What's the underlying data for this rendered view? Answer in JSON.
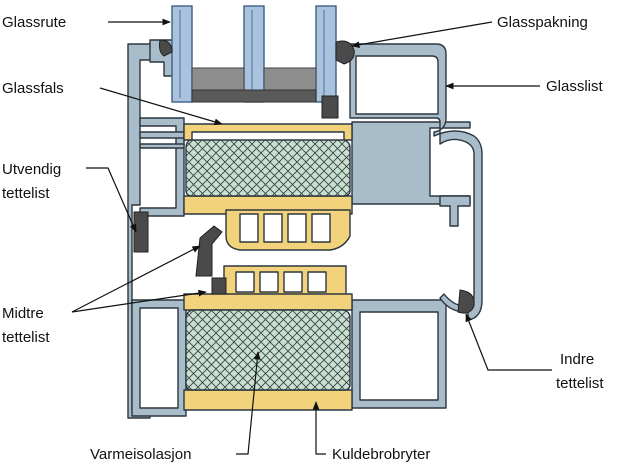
{
  "labels": {
    "glassrute": "Glassrute",
    "glasspakning": "Glasspakning",
    "glassfals": "Glassfals",
    "glasslist": "Glasslist",
    "utvendig_1": "Utvendig",
    "utvendig_2": "tettelist",
    "midtre_1": "Midtre",
    "midtre_2": "tettelist",
    "indre_1": "Indre",
    "indre_2": "tettelist",
    "varmeisolasjon": "Varmeisolasjon",
    "kuldebrobryter": "Kuldebrobryter"
  },
  "colors": {
    "aluminium": "#a8bcc9",
    "aluminium_stroke": "#2c3640",
    "glass": "#a9c3df",
    "glass_stroke": "#3f5f86",
    "spacer": "#8e8e8e",
    "thermal_break": "#f2d27b",
    "insulation": "#c6e1d2",
    "gasket": "#4a4a4a",
    "leader": "#111111"
  }
}
